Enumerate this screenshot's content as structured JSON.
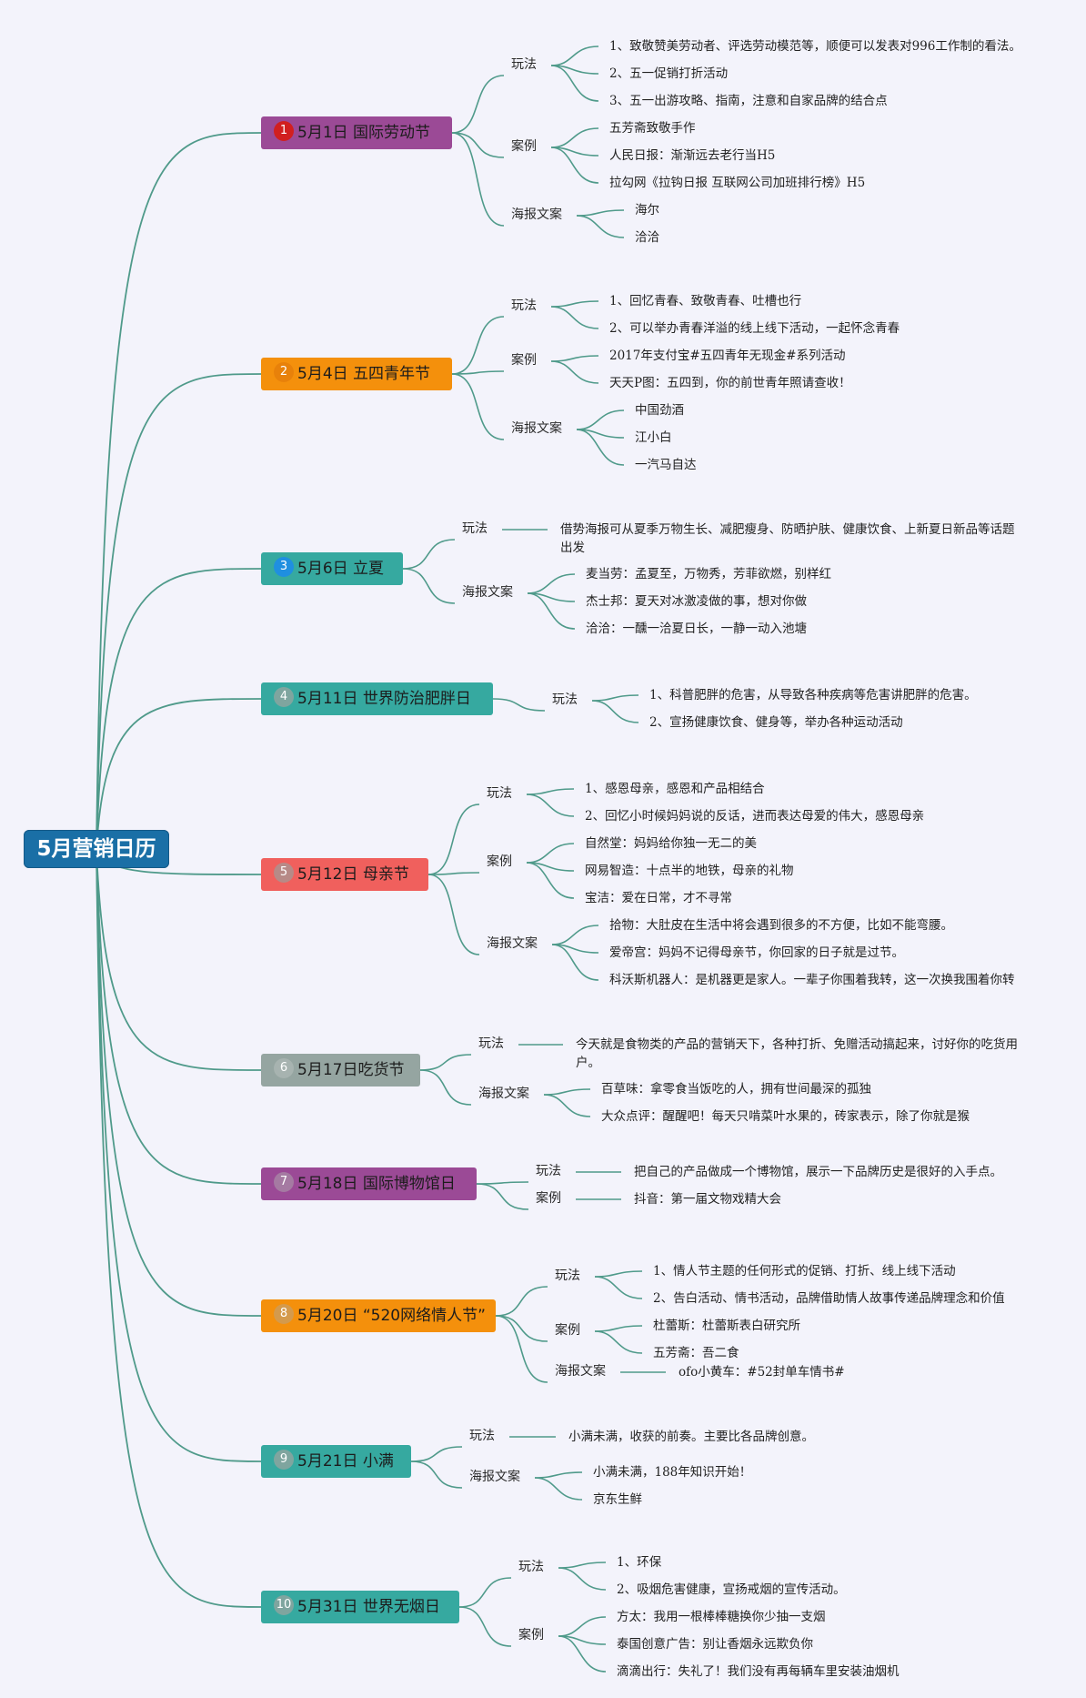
{
  "root": {
    "label": "5月营销日历"
  },
  "colors": {
    "line": "#4f9a8a"
  },
  "branches": [
    {
      "num": "1",
      "label": "5月1日  国际劳动节",
      "bg": "#9b4a96",
      "num_bg": "#d11f1f",
      "groups": [
        {
          "label": "玩法",
          "items": [
            "1、致敬赞美劳动者、评选劳动模范等，顺便可以发表对996工作制的看法。",
            "2、五一促销打折活动",
            "3、五一出游攻略、指南，注意和自家品牌的结合点"
          ]
        },
        {
          "label": "案例",
          "items": [
            "五芳斋致敬手作",
            "人民日报：渐渐远去老行当H5",
            "拉勾网《拉钩日报 互联网公司加班排行榜》H5"
          ]
        },
        {
          "label": "海报文案",
          "items": [
            "海尔",
            "洽洽"
          ]
        }
      ]
    },
    {
      "num": "2",
      "label": "5月4日  五四青年节",
      "bg": "#f4900c",
      "num_bg": "#e8810a",
      "groups": [
        {
          "label": "玩法",
          "items": [
            "1、回忆青春、致敬青春、吐槽也行",
            "2、可以举办青春洋溢的线上线下活动，一起怀念青春"
          ]
        },
        {
          "label": "案例",
          "items": [
            "2017年支付宝#五四青年无现金#系列活动",
            "天天P图：五四到，你的前世青年照请查收！"
          ]
        },
        {
          "label": "海报文案",
          "items": [
            "中国劲酒",
            "江小白",
            "一汽马自达"
          ]
        }
      ]
    },
    {
      "num": "3",
      "label": "5月6日  立夏",
      "bg": "#36a9a0",
      "num_bg": "#1f8fe0",
      "groups": [
        {
          "label": "玩法",
          "wrap": true,
          "items": [
            "借势海报可从夏季万物生长、减肥瘦身、防晒护肤、健康饮食、上新夏日新品等话题出发"
          ]
        },
        {
          "label": "海报文案",
          "items": [
            "麦当劳：孟夏至，万物秀，芳菲欲燃，别样红",
            "杰士邦：夏天对冰激凌做的事，想对你做",
            "洽洽：一醺一洽夏日长，一静一动入池塘"
          ]
        }
      ]
    },
    {
      "num": "4",
      "label": "5月11日  世界防治肥胖日",
      "bg": "#36a9a0",
      "num_bg": "#7fa59f",
      "groups": [
        {
          "label": "玩法",
          "items": [
            "1、科普肥胖的危害，从导致各种疾病等危害讲肥胖的危害。",
            "2、宣扬健康饮食、健身等，举办各种运动活动"
          ]
        }
      ]
    },
    {
      "num": "5",
      "label": "5月12日  母亲节",
      "bg": "#f0605d",
      "num_bg": "#b78a87",
      "groups": [
        {
          "label": "玩法",
          "items": [
            "1、感恩母亲，感恩和产品相结合",
            "2、回忆小时候妈妈说的反话，进而表达母爱的伟大，感恩母亲"
          ]
        },
        {
          "label": "案例",
          "items": [
            "自然堂：妈妈给你独一无二的美",
            "网易智造：十点半的地铁，母亲的礼物",
            "宝洁：爱在日常，才不寻常"
          ]
        },
        {
          "label": "海报文案",
          "items": [
            "拾物：大肚皮在生活中将会遇到很多的不方便，比如不能弯腰。",
            "爱帝宫：妈妈不记得母亲节，你回家的日子就是过节。",
            "科沃斯机器人：是机器更是家人。一辈子你围着我转，这一次换我围着你转"
          ]
        }
      ]
    },
    {
      "num": "6",
      "label": "5月17日吃货节",
      "bg": "#95a5a1",
      "num_bg": "#a7b3b0",
      "groups": [
        {
          "label": "玩法",
          "wrap": true,
          "items": [
            "今天就是食物类的产品的营销天下，各种打折、免赠活动搞起来，讨好你的吃货用户。"
          ]
        },
        {
          "label": "海报文案",
          "items": [
            "百草味：拿零食当饭吃的人，拥有世间最深的孤独",
            "大众点评：醒醒吧！每天只啃菜叶水果的，砖家表示，除了你就是猴"
          ]
        }
      ]
    },
    {
      "num": "7",
      "label": "5月18日  国际博物馆日",
      "bg": "#9b4a96",
      "num_bg": "#a57aa2",
      "groups": [
        {
          "label": "玩法",
          "items": [
            "把自己的产品做成一个博物馆，展示一下品牌历史是很好的入手点。"
          ]
        },
        {
          "label": "案例",
          "items": [
            "抖音：第一届文物戏精大会"
          ]
        }
      ]
    },
    {
      "num": "8",
      "label": "5月20日 “520网络情人节”",
      "bg": "#f4900c",
      "num_bg": "#d49a4c",
      "groups": [
        {
          "label": "玩法",
          "items": [
            "1、情人节主题的任何形式的促销、打折、线上线下活动",
            "2、告白活动、情书活动，品牌借助情人故事传递品牌理念和价值"
          ]
        },
        {
          "label": "案例",
          "items": [
            "杜蕾斯：杜蕾斯表白研究所",
            "五芳斋：吾二食"
          ]
        },
        {
          "label": "海报文案",
          "items": [
            "ofo小黄车：#52封单车情书#"
          ]
        }
      ]
    },
    {
      "num": "9",
      "label": "5月21日  小满",
      "bg": "#36a9a0",
      "num_bg": "#7fa59f",
      "groups": [
        {
          "label": "玩法",
          "items": [
            "小满未满，收获的前奏。主要比各品牌创意。"
          ]
        },
        {
          "label": "海报文案",
          "items": [
            "小满未满，188年知识开始！",
            "京东生鲜"
          ]
        }
      ]
    },
    {
      "num": "10",
      "label": "5月31日  世界无烟日",
      "bg": "#36a9a0",
      "num_bg": "#7fa59f",
      "groups": [
        {
          "label": "玩法",
          "items": [
            "1、环保",
            "2、吸烟危害健康，宣扬戒烟的宣传活动。"
          ]
        },
        {
          "label": "案例",
          "items": [
            "方太：我用一根棒棒糖换你少抽一支烟",
            "泰国创意广告：别让香烟永远欺负你",
            "滴滴出行：失礼了！我们没有再每辆车里安装油烟机"
          ]
        }
      ]
    }
  ]
}
